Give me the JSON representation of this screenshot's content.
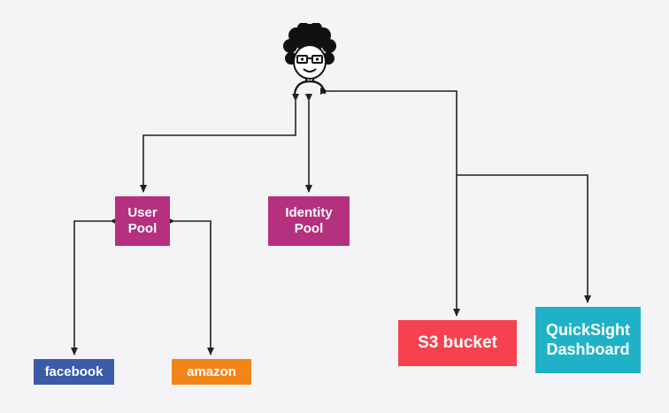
{
  "nodes": {
    "user_pool": {
      "label": "User\nPool",
      "color": "#b5307f"
    },
    "identity_pool": {
      "label": "Identity\nPool",
      "color": "#b5307f"
    },
    "facebook": {
      "label": "facebook",
      "color": "#3b5aa8"
    },
    "amazon": {
      "label": "amazon",
      "color": "#f28418"
    },
    "s3_bucket": {
      "label": "S3 bucket",
      "color": "#f6414f"
    },
    "quicksight": {
      "label": "QuickSight\nDashboard",
      "color": "#1fb2c7"
    }
  },
  "edges": [
    {
      "from": "user",
      "to": "user_pool",
      "bidirectional": true
    },
    {
      "from": "user",
      "to": "identity_pool",
      "bidirectional": true
    },
    {
      "from": "user_pool",
      "to": "facebook",
      "bidirectional": true
    },
    {
      "from": "user_pool",
      "to": "amazon",
      "bidirectional": true
    },
    {
      "from": "user",
      "to": "s3_bucket",
      "bidirectional": true
    },
    {
      "from": "user",
      "to": "quicksight",
      "bidirectional": false
    }
  ],
  "colors": {
    "line": "#222222",
    "background": "#f4f4f6"
  },
  "icons": {
    "user": "user-avatar-icon"
  }
}
